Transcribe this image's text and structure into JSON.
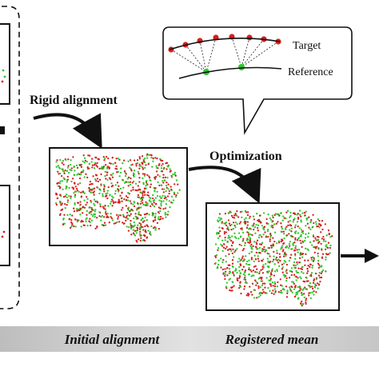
{
  "labels": {
    "rigid_alignment": "Rigid alignment",
    "optimization": "Optimization",
    "target": "Target",
    "reference": "Reference",
    "initial_alignment": "Initial alignment",
    "registered_mean": "Registered mean"
  },
  "colors": {
    "target_points": "#d42020",
    "reference_points": "#2cc82c",
    "frame_stroke": "#111111",
    "bottom_band": "#d4d4d4"
  }
}
